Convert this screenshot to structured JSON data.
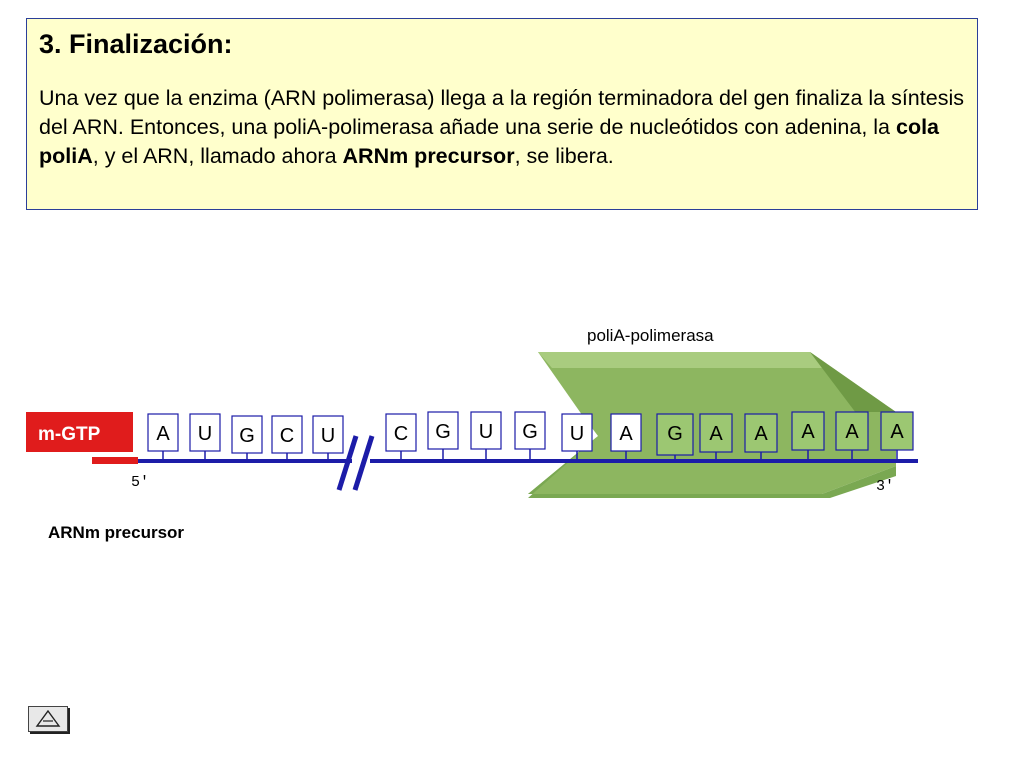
{
  "slide": {
    "title": "3. Finalización:",
    "paragraph": [
      {
        "text": "Una vez que la enzima (ARN polimerasa) llega a la región terminadora del gen finaliza la síntesis del ARN. Entonces, una poliA-polimerasa añade una serie de nucleótidos con adenina, la ",
        "bold": false
      },
      {
        "text": "cola poliA",
        "bold": true
      },
      {
        "text": ", y el ARN, llamado ahora ",
        "bold": false
      },
      {
        "text": "ARNm precursor",
        "bold": true
      },
      {
        "text": ", se libera.",
        "bold": false
      }
    ]
  },
  "diagram": {
    "enzyme_label": "poliA-polimerasa",
    "cap_label": "m-GTP",
    "end_5_label": "5'",
    "end_3_label": "3'",
    "molecule_label": "ARNm precursor",
    "nucleotides": [
      {
        "base": "A",
        "group": "transcript"
      },
      {
        "base": "U",
        "group": "transcript"
      },
      {
        "base": "G",
        "group": "transcript"
      },
      {
        "base": "C",
        "group": "transcript"
      },
      {
        "base": "U",
        "group": "transcript"
      },
      {
        "base": "C",
        "group": "transcript"
      },
      {
        "base": "G",
        "group": "transcript"
      },
      {
        "base": "U",
        "group": "transcript"
      },
      {
        "base": "G",
        "group": "transcript"
      },
      {
        "base": "U",
        "group": "transcript"
      },
      {
        "base": "A",
        "group": "transcript"
      },
      {
        "base": "G",
        "group": "tail"
      },
      {
        "base": "A",
        "group": "tail"
      },
      {
        "base": "A",
        "group": "tail"
      },
      {
        "base": "A",
        "group": "tail"
      },
      {
        "base": "A",
        "group": "tail"
      },
      {
        "base": "A",
        "group": "tail"
      }
    ],
    "colors": {
      "backbone": "#1c1ca8",
      "cap": "#e01c1c",
      "enzyme": "#8db660",
      "enzyme_dark": "#6f9a45",
      "enzyme_light": "#a9cc7f",
      "tail_box": "#9cc772",
      "textbox_bg": "#ffffcc"
    }
  },
  "navigation": {
    "home_icon": "triangle-icon"
  }
}
